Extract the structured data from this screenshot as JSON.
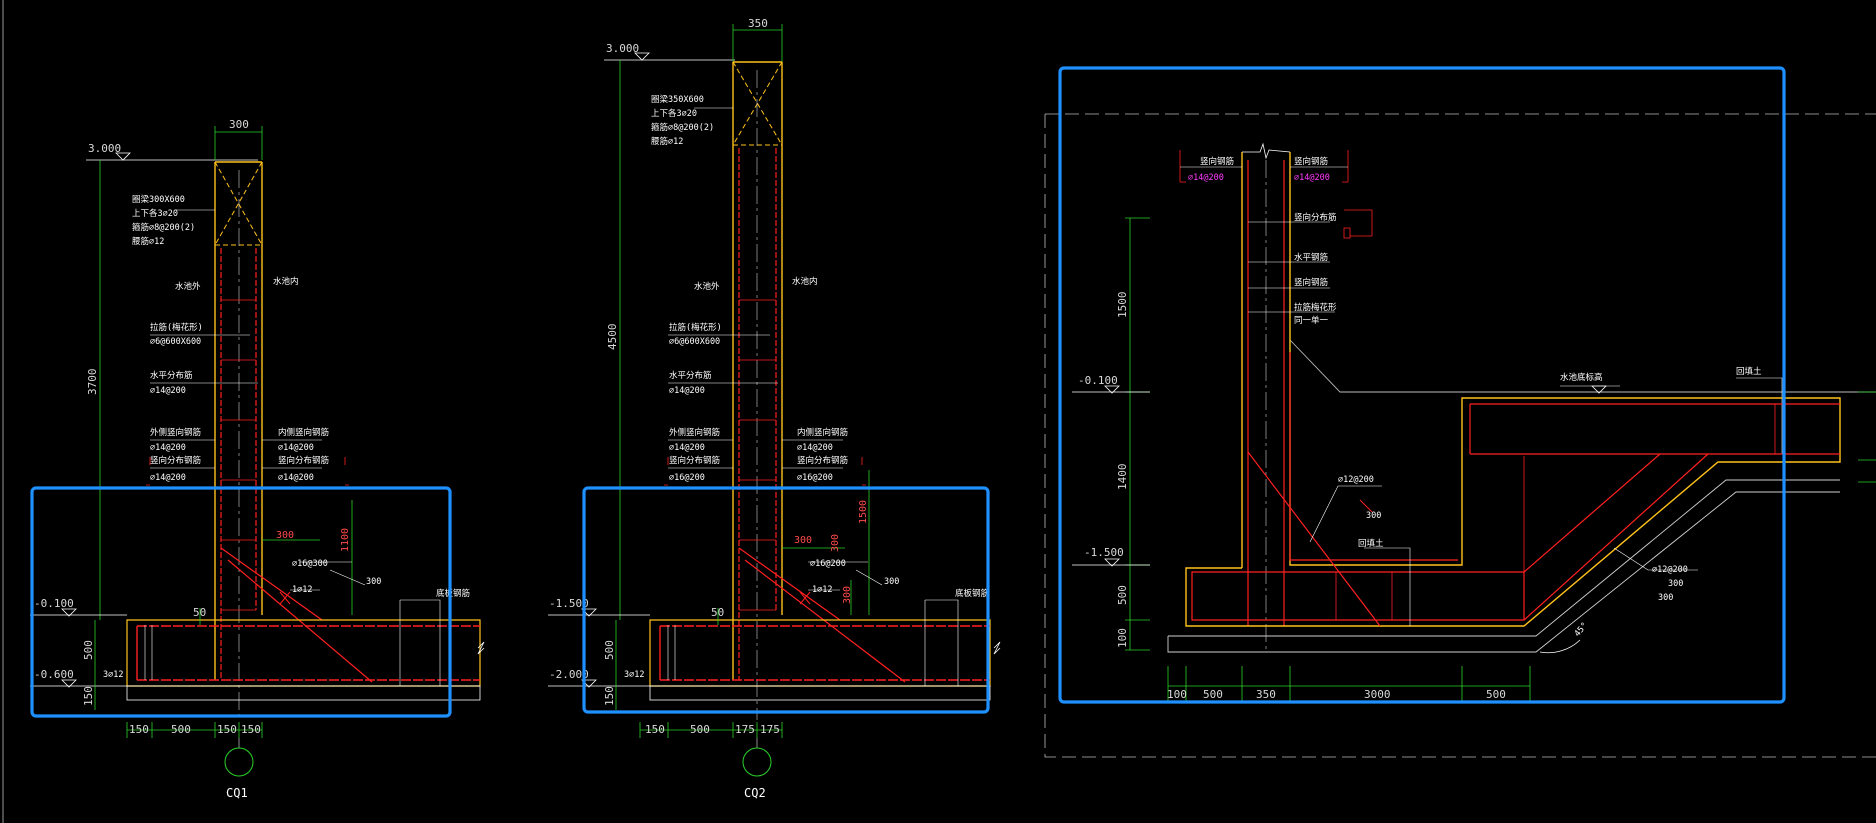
{
  "colors": {
    "background": "#000000",
    "wall": "#ffc21a",
    "rebar": "#ff2020",
    "dimension": "#2ad12a",
    "text": "#ffffff",
    "highlight": "#1e90ff",
    "magenta": "#ff3cff",
    "axis": "#b0b0b0",
    "extent": "#bcbcbc"
  },
  "co1": {
    "tag": "CQ1",
    "top_width": "300",
    "elev_top": "3.000",
    "elev_ground": "-0.100",
    "elev_bottom": "-0.600",
    "height_dim": "3700",
    "ring_beam": [
      "圈梁300X600",
      "上下各3⌀20",
      "箍筋⌀8@200(2)",
      "腰筋⌀12"
    ],
    "water_out": "水池外",
    "water_in": "水池内",
    "tie_rebar": [
      "拉筋(梅花形)",
      "⌀6@600X600"
    ],
    "hor_rebar": [
      "水平分布筋",
      "⌀14@200"
    ],
    "out_vert": [
      "外侧竖向钢筋",
      "⌀14@200"
    ],
    "vert_dist": [
      "竖向分布钢筋",
      "⌀14@200"
    ],
    "in_vert": [
      "内侧竖向钢筋",
      "⌀14@200"
    ],
    "in_vert2": [
      "竖向分布钢筋",
      "⌀14@200"
    ],
    "haunch_w": "300",
    "haunch_h": "1100",
    "haunch_bar": "⌀16@300",
    "corner_bar": "1⌀12",
    "haunch_len": "300",
    "cover": "50",
    "bottom_bar": "3⌀12",
    "slab_label": "底板钢筋",
    "dim_500": "500",
    "dim_150": "150",
    "bottom_dims": [
      "150",
      "500",
      "150",
      "150"
    ]
  },
  "co2": {
    "tag": "CQ2",
    "top_width": "350",
    "elev_top": "3.000",
    "elev_ground": "-1.500",
    "elev_bottom": "-2.000",
    "height_dim": "4500",
    "ring_beam": [
      "圈梁350X600",
      "上下各3⌀20",
      "箍筋⌀8@200(2)",
      "腰筋⌀12"
    ],
    "water_out": "水池外",
    "water_in": "水池内",
    "tie_rebar": [
      "拉筋(梅花形)",
      "⌀6@600X600"
    ],
    "hor_rebar": [
      "水平分布筋",
      "⌀14@200"
    ],
    "out_vert": [
      "外侧竖向钢筋",
      "⌀14@200"
    ],
    "vert_dist": [
      "竖向分布钢筋",
      "⌀16@200"
    ],
    "in_vert": [
      "内侧竖向钢筋",
      "⌀14@200"
    ],
    "in_vert2": [
      "竖向分布钢筋",
      "⌀16@200"
    ],
    "haunch_w": "300",
    "haunch_h": "1500",
    "haunch_v": "300",
    "haunch_bar": "⌀16@200",
    "corner_bar": "1⌀12",
    "haunch_len": "300",
    "haunch_side": "300",
    "cover": "50",
    "bottom_bar": "3⌀12",
    "slab_label": "底板钢筋",
    "dim_500": "500",
    "dim_150": "150",
    "bottom_dims": [
      "150",
      "500",
      "175",
      "175"
    ]
  },
  "section3": {
    "lbl_vert_left": "竖向钢筋",
    "lbl_vert_right": "竖向钢筋",
    "bar_left": "⌀14@200",
    "bar_right": "⌀14@200",
    "lbl_vert_dist": "竖向分布筋",
    "lbl_horizontal": "水平钢筋",
    "lbl_vert2": "竖向钢筋",
    "lbl_tie": [
      "拉筋梅花形",
      "同一单一"
    ],
    "elev_ground": "-0.100",
    "elev_mid": "-1.500",
    "dim_1500": "1500",
    "dim_1400": "1400",
    "dim_500": "500",
    "dim_100": "100",
    "floor_label": "水池底标高",
    "backfill": "回填土",
    "bar_left_slope": "⌀12@200",
    "bar_left_slope_sub": "300",
    "bar_right_slope": "⌀12@200",
    "bar_right_slope_sub1": "300",
    "bar_right_slope_sub2": "300",
    "backfill2": "回填土",
    "angle": "45°",
    "bottom_dims": [
      "100",
      "500",
      "350",
      "3000",
      "500"
    ]
  }
}
